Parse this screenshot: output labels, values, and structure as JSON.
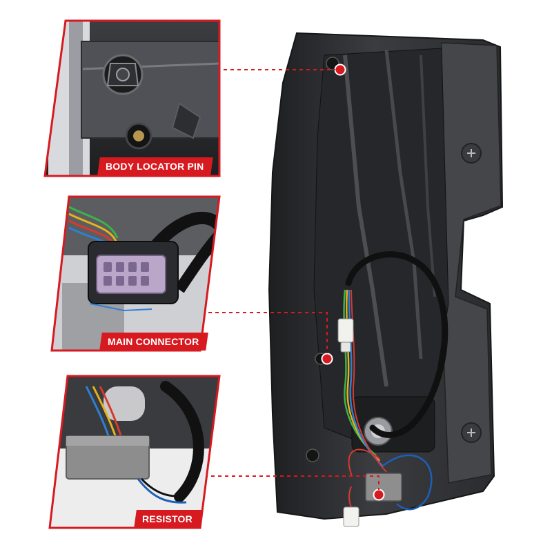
{
  "callouts": [
    {
      "id": "body-locator-pin",
      "label": "BODY LOCATOR PIN"
    },
    {
      "id": "main-connector",
      "label": "MAIN CONNECTOR"
    },
    {
      "id": "resistor",
      "label": "RESISTOR"
    }
  ],
  "colors": {
    "accent_red": "#d71920",
    "housing_dark": "#2f3033",
    "panel_border": "#d71920",
    "connector_purple": "#b9a6c9",
    "resistor_gray": "#8d8d8d"
  },
  "icons": {
    "marker": "red-dot-marker-icon"
  }
}
